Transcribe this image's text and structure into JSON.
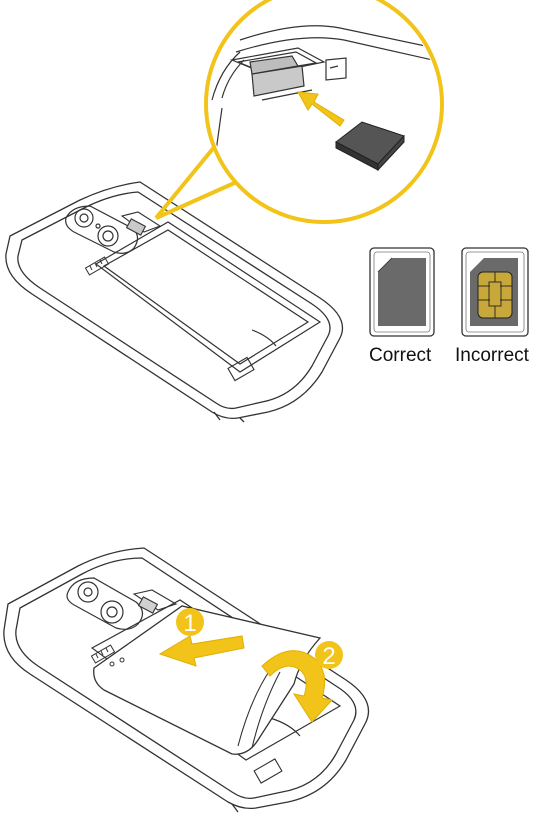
{
  "top_figure": {
    "correct_label": "Correct",
    "incorrect_label": "Incorrect"
  },
  "bottom_figure": {
    "step_1": "1",
    "step_2": "2"
  },
  "colors": {
    "accent": "#F2C318",
    "line": "#333333",
    "sim_dark": "#555555",
    "sim_chip": "#C8A83A"
  }
}
